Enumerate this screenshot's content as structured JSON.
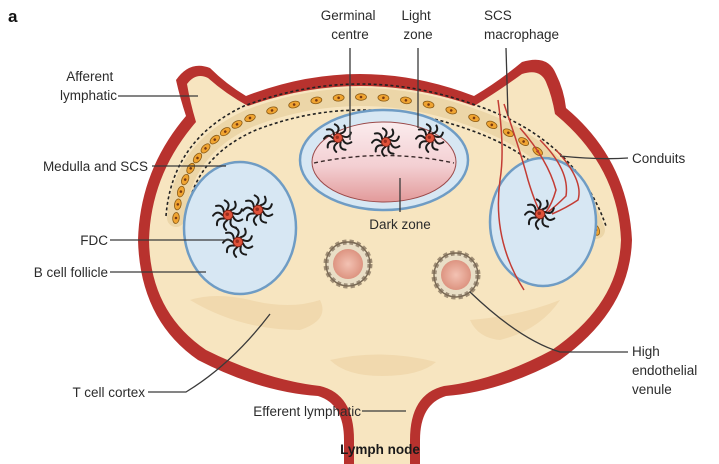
{
  "panel_label": "a",
  "title": "Lymph node",
  "labels": {
    "afferent_lymphatic": [
      "Afferent",
      "lymphatic"
    ],
    "medulla_scs": "Medulla and SCS",
    "fdc": "FDC",
    "b_cell_follicle": "B cell follicle",
    "t_cell_cortex": "T cell cortex",
    "efferent_lymphatic": "Efferent lymphatic",
    "germinal_centre": [
      "Germinal",
      "centre"
    ],
    "light_zone": [
      "Light",
      "zone"
    ],
    "scs_macrophage": [
      "SCS",
      "macrophage"
    ],
    "conduits": "Conduits",
    "dark_zone": "Dark zone",
    "high_endothelial_venule": [
      "High",
      "endothelial",
      "venule"
    ]
  },
  "colors": {
    "capsule_red": "#b8322e",
    "tissue": "#f7e5c0",
    "tissue_shade": "#ecd2a2",
    "follicle": "#d7e7f3",
    "follicle_edge": "#6f9cc4",
    "germinal_light": "#f6dde0",
    "germinal_dark": "#e6a2a2",
    "cell": "#e0523a",
    "macrophage": "#f0a431"
  }
}
